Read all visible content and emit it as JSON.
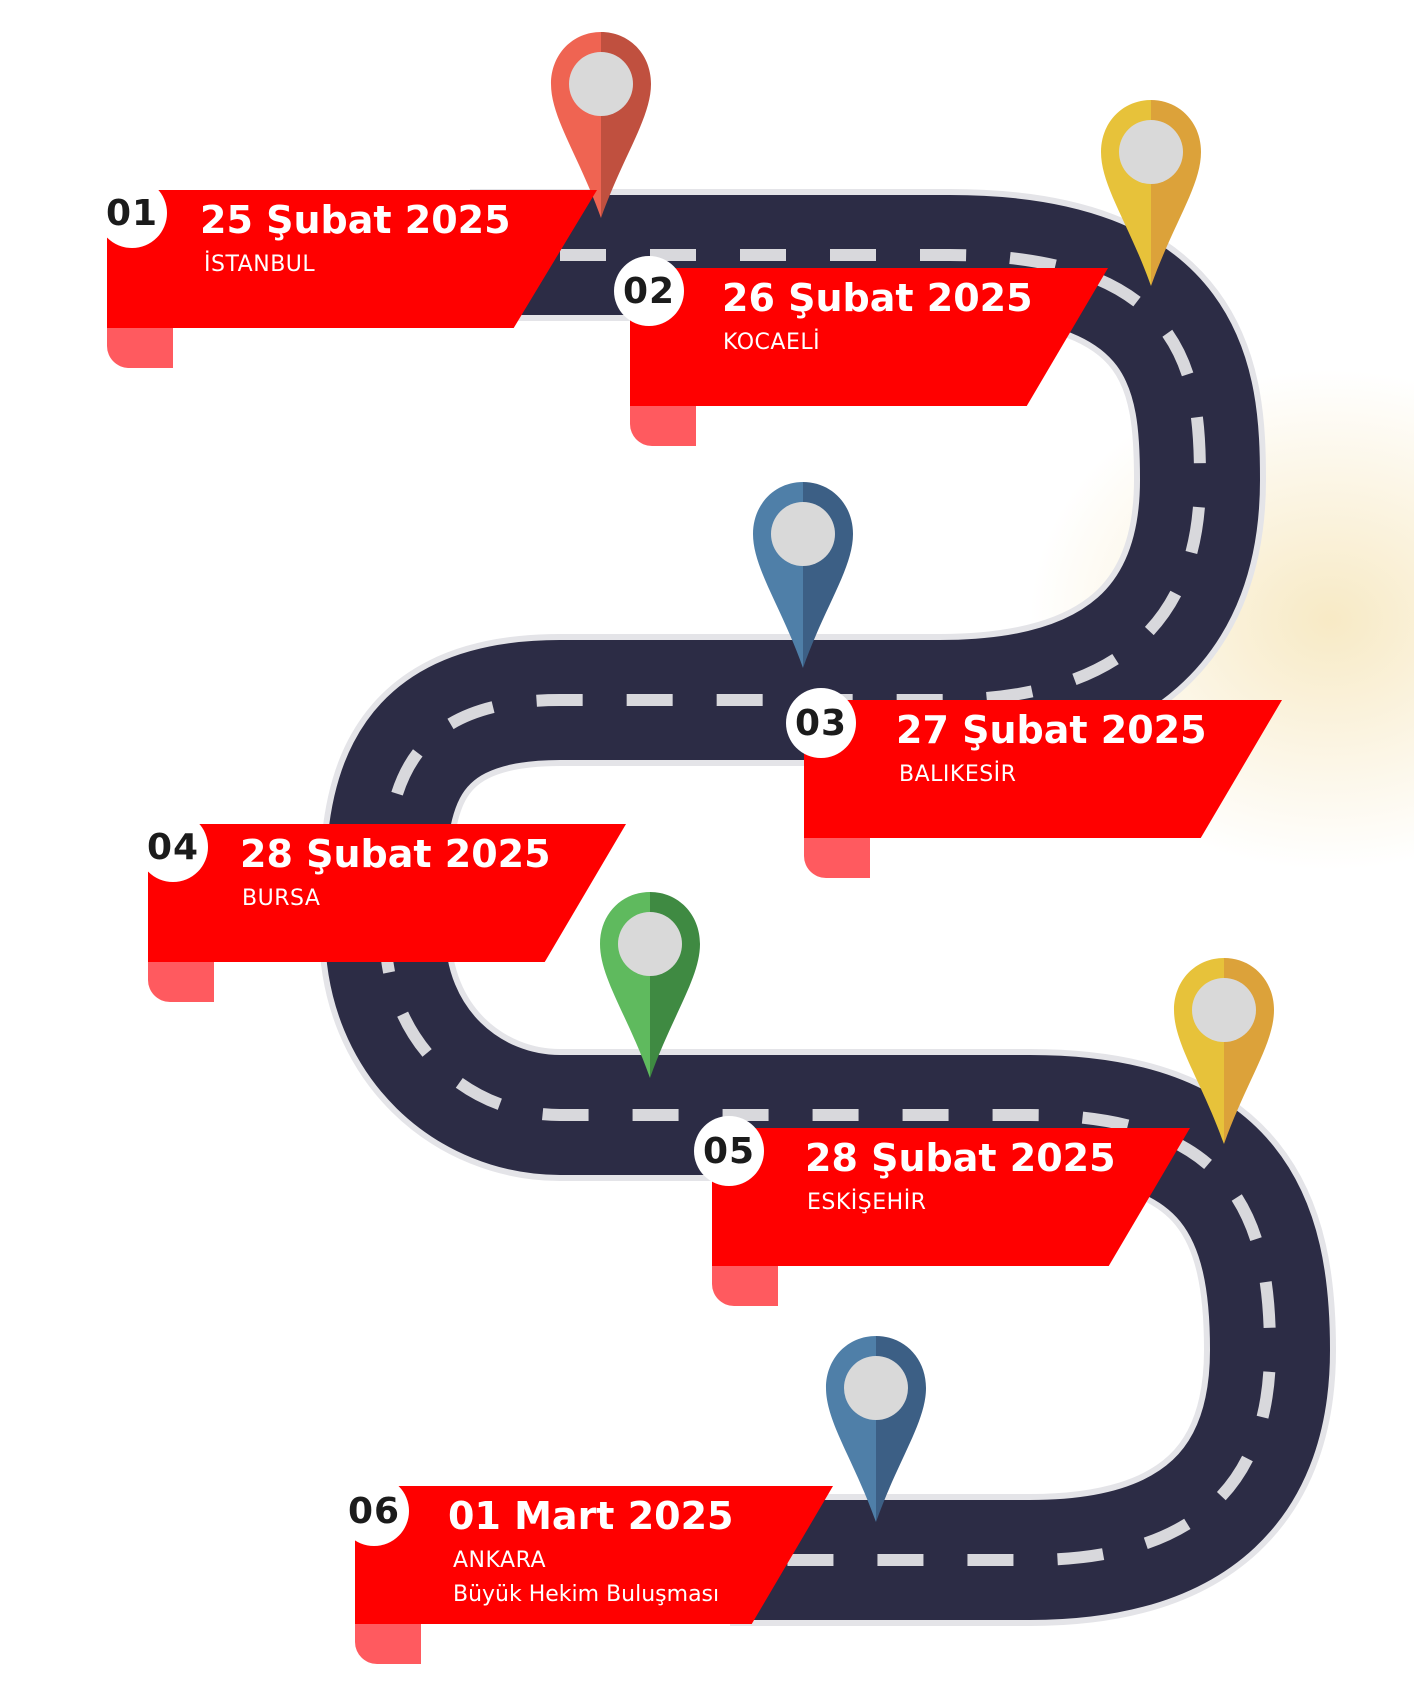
{
  "colors": {
    "road": "#2c2c45",
    "road_edge": "#e4e4e8",
    "dash": "#d8d8dc",
    "ribbon": "#ff0000",
    "ribbon_tail": "#ff5a5f",
    "badge": "#ffffff",
    "glow": "#f7e9c4"
  },
  "milestones": [
    {
      "number": "01",
      "date": "25 Şubat 2025",
      "city": "İSTANBUL",
      "pin_color": "red"
    },
    {
      "number": "02",
      "date": "26 Şubat 2025",
      "city": "KOCAELİ",
      "pin_color": "yellow"
    },
    {
      "number": "03",
      "date": "27 Şubat 2025",
      "city": "BALIKESİR",
      "pin_color": "blue"
    },
    {
      "number": "04",
      "date": "28 Şubat 2025",
      "city": "BURSA",
      "pin_color": "green"
    },
    {
      "number": "05",
      "date": "28 Şubat 2025",
      "city": "ESKİŞEHİR",
      "pin_color": "yellow"
    },
    {
      "number": "06",
      "date": "01 Mart 2025",
      "city": "ANKARA",
      "note": "Büyük Hekim Buluşması",
      "pin_color": "blue"
    }
  ],
  "pins": {
    "red": {
      "light": "#ef6452",
      "dark": "#c0503f"
    },
    "yellow": {
      "light": "#e7c23a",
      "dark": "#dca23a"
    },
    "blue": {
      "light": "#4f7fa8",
      "dark": "#3c5f85"
    },
    "green": {
      "light": "#5fba5e",
      "dark": "#3f8a42"
    },
    "center": "#d9d9d9"
  }
}
